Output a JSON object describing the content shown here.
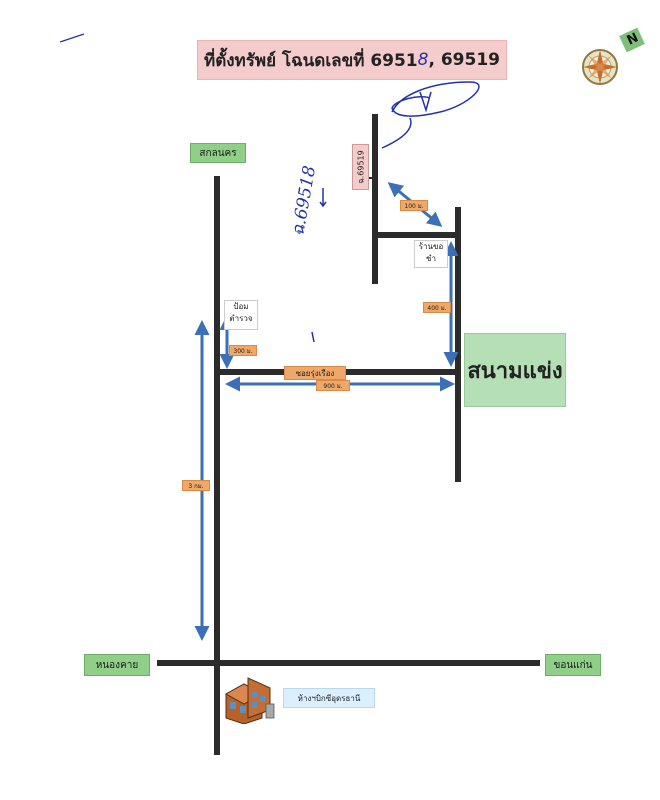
{
  "title": {
    "main": "ที่ตั้งทรัพย์ โฉนดเลขที่ 6951",
    "handwritten_digit": "8",
    "suffix": " , 69519"
  },
  "compass": {
    "label": "N",
    "icon": "compass-rose-icon"
  },
  "places": {
    "north_end": "สกลนคร",
    "west_end": "หนองคาย",
    "east_end": "ขอนแก่น",
    "stadium": "สนามแข่ง",
    "mall": "ห้างฯบิกซีอุดรธานี",
    "soi": "ซอยรุ่งเรือง",
    "police_box": "ป้อม\nตำรวจ",
    "shop": "ร้านขอ\nชำ"
  },
  "distances": {
    "d100": "100 ม.",
    "d400": "400 ม.",
    "d300_top": "300 ม.",
    "d900": "900 ม.",
    "d3km": "3 กม."
  },
  "parcel_label": "ฉ.69519",
  "handwritten_parcel": "ฉ.69518",
  "colors": {
    "road": "#2b2b2b",
    "arrow": "#3b6fb6",
    "place_green": "#8fcf88",
    "distance_orange": "#f0a868",
    "title_pink": "#f4cccc"
  }
}
